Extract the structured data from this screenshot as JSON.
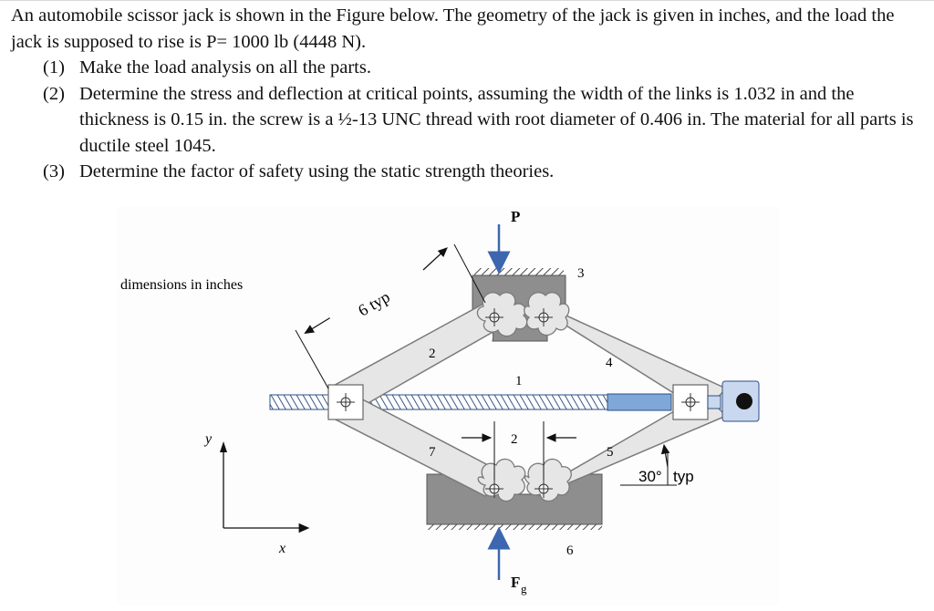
{
  "problem": {
    "intro": "An automobile scissor jack is shown in the Figure below. The geometry of the jack is given in inches, and the load the jack is supposed to rise is P= 1000 lb (4448 N).",
    "items": [
      {
        "num": "(1)",
        "text": "Make the load analysis on all the parts."
      },
      {
        "num": "(2)",
        "text": "Determine the stress and deflection at critical points, assuming the width of the links is 1.032 in and the thickness is 0.15 in. the screw is a ½-13 UNC thread with root diameter of 0.406 in. The material for all parts is ductile steel 1045."
      },
      {
        "num": "(3)",
        "text": "Determine the factor of safety using the static strength theories."
      }
    ]
  },
  "figure": {
    "units_note": "dimensions in inches",
    "load_label": "P",
    "ground_force_label": "F",
    "ground_force_subscript": "g",
    "dimension_label": "6 typ",
    "angle_label": "30°",
    "angle_suffix": "typ",
    "axis_y": "y",
    "axis_x": "x",
    "part_numbers": {
      "p1": "1",
      "p2_upper": "2",
      "p2_lower": "2",
      "p3": "3",
      "p4": "4",
      "p5": "5",
      "p6": "6",
      "p7": "7"
    },
    "colors": {
      "link_fill": "#e6e6e6",
      "link_stroke": "#7a7a7a",
      "block_fill": "#8e8e8e",
      "screw_fill": "#7fa7d8",
      "arrow": "#3d66b0",
      "nut_fill": "#c9d8ee"
    }
  }
}
